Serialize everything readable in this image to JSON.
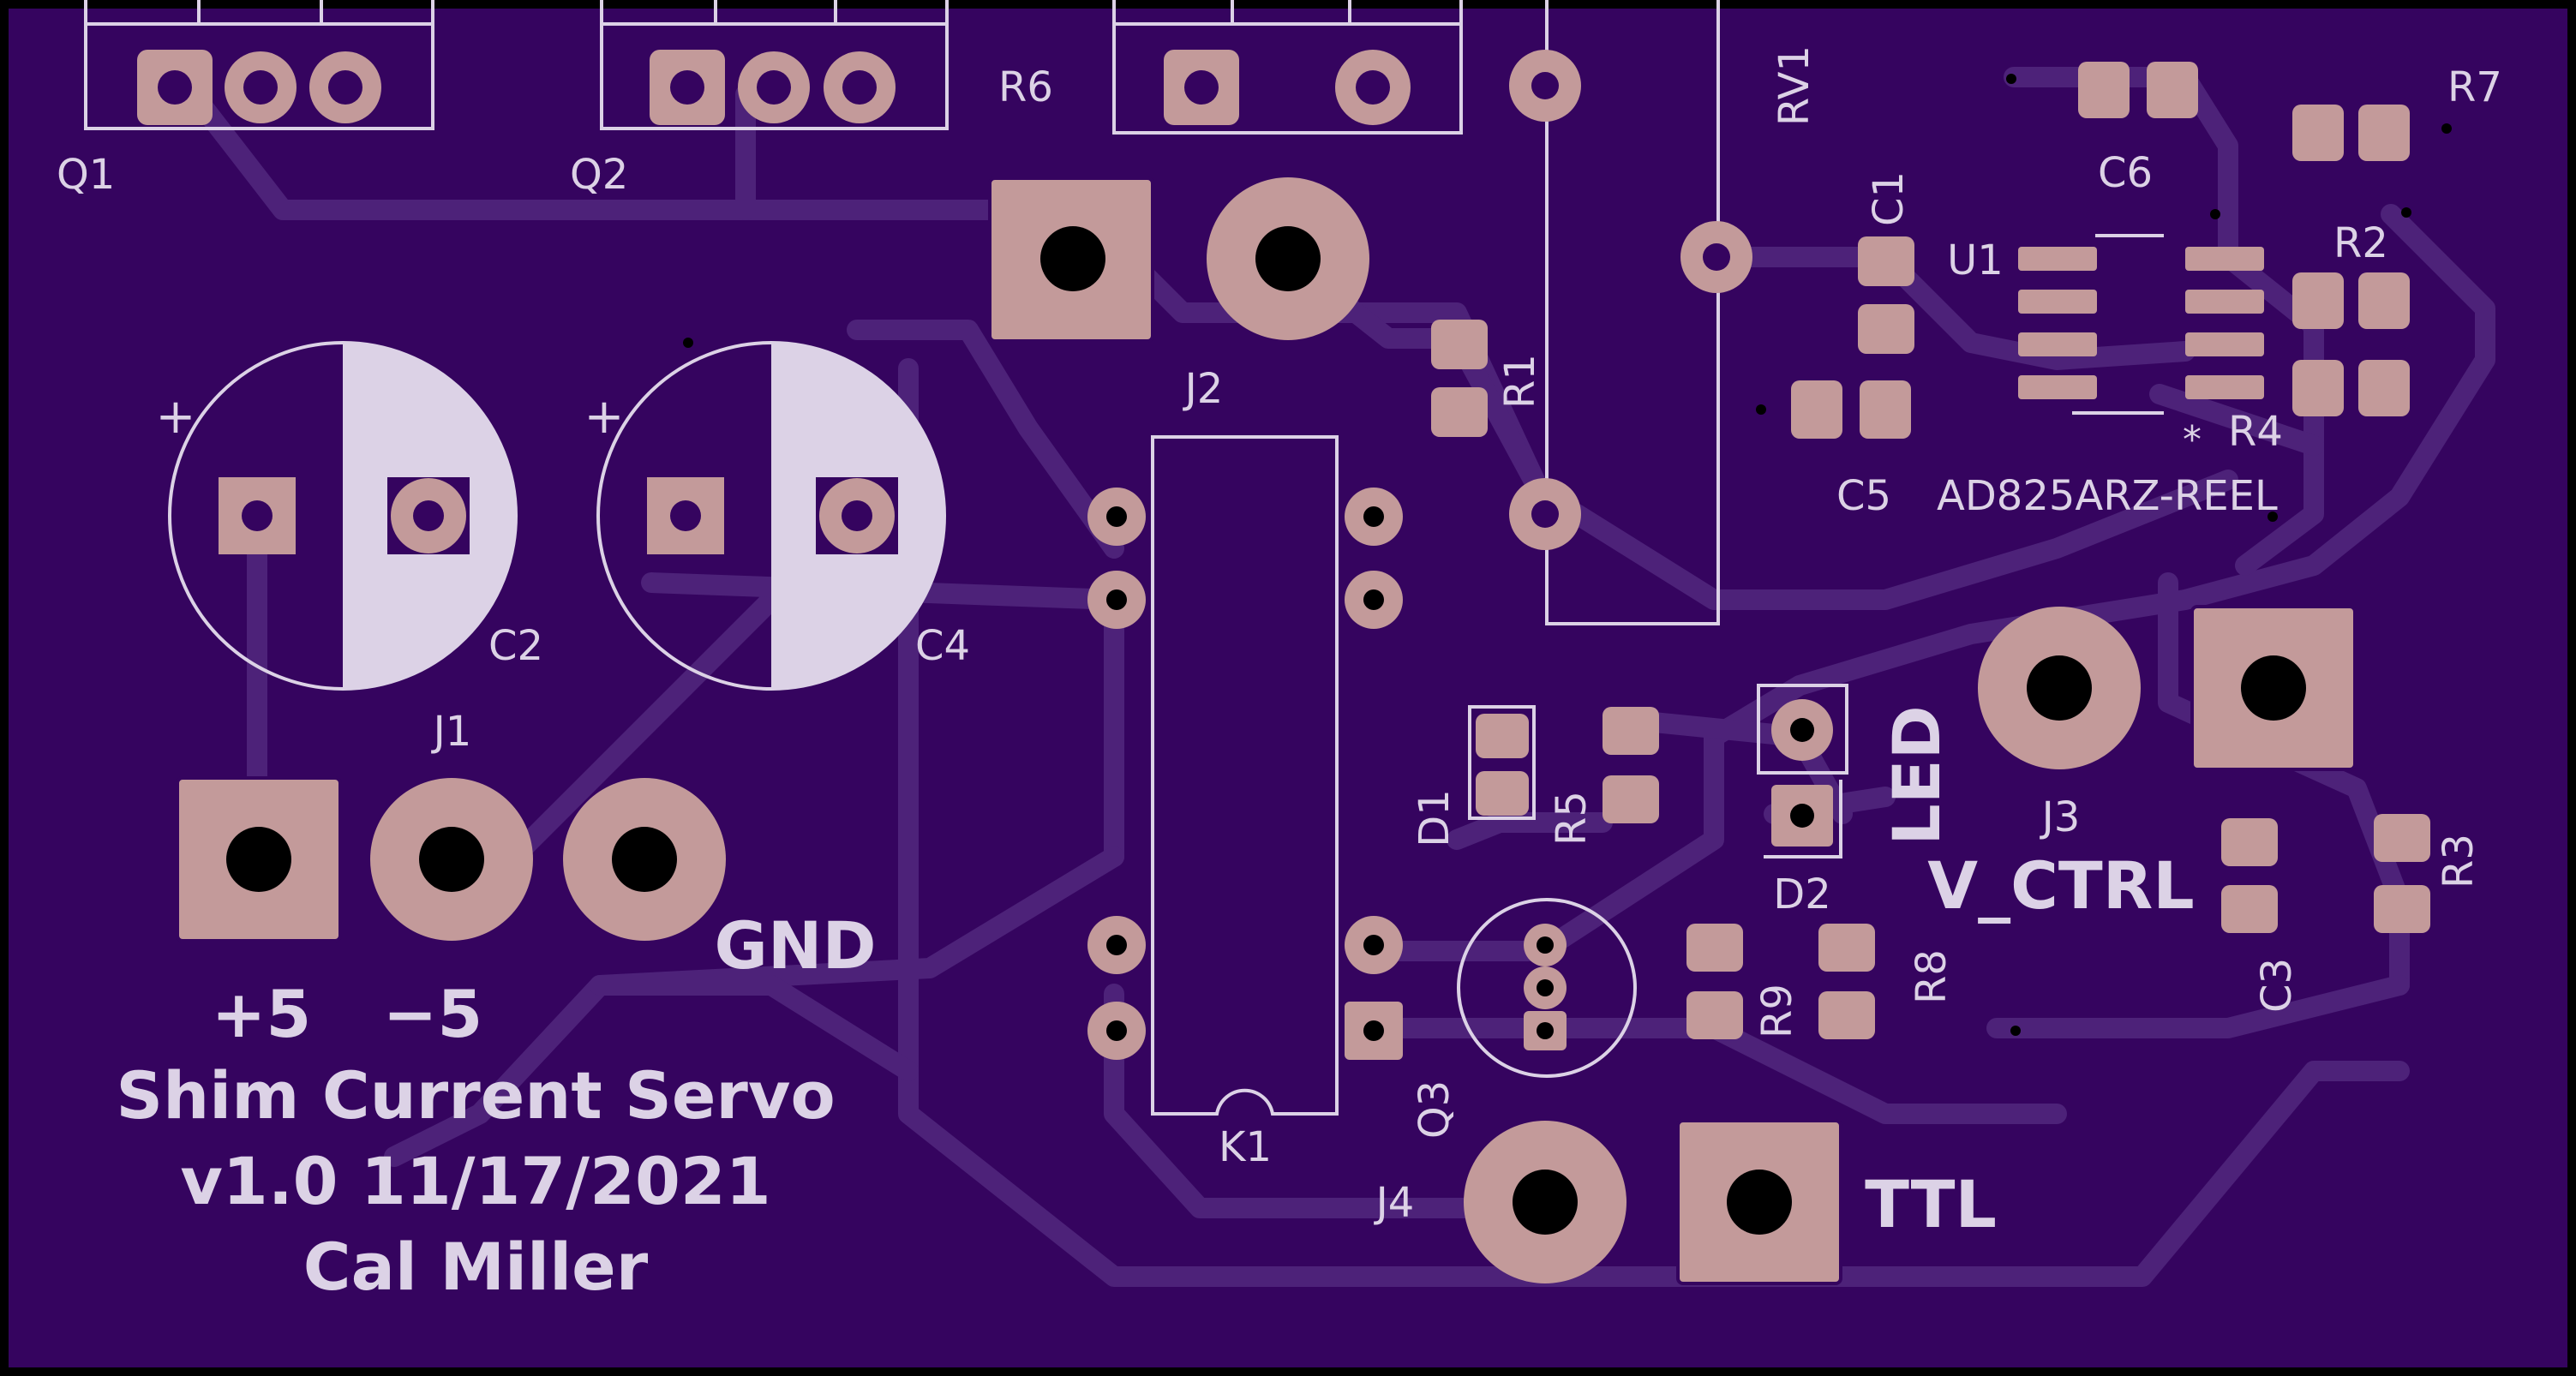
{
  "colors": {
    "board": "#35045f",
    "trace": "#4d2279",
    "pad": "#c39a9a",
    "silk": "#dcd2e6",
    "drill": "#000000"
  },
  "refdes": {
    "q1": "Q1",
    "q2": "Q2",
    "q3": "Q3",
    "r1": "R1",
    "r2": "R2",
    "r3": "R3",
    "r4": "R4",
    "r5": "R5",
    "r6": "R6",
    "r7": "R7",
    "r8": "R8",
    "r9": "R9",
    "rv1": "RV1",
    "c1": "C1",
    "c2": "C2",
    "c3": "C3",
    "c4": "C4",
    "c5": "C5",
    "c6": "C6",
    "u1": "U1",
    "j1": "J1",
    "j2": "J2",
    "j3": "J3",
    "j4": "J4",
    "k1": "K1",
    "d1": "D1",
    "d2": "D2"
  },
  "part_number": "AD825ARZ-REEL",
  "labels": {
    "plus5": "+5",
    "minus5": "−5",
    "gnd": "GND",
    "led": "LED",
    "vctrl": "V_CTRL",
    "ttl": "TTL",
    "polarity_c2": "+",
    "polarity_c4": "+",
    "pin1_u1": "*"
  },
  "title_block": {
    "title": "Shim Current Servo",
    "version": "v1.0 11/17/2021",
    "author": "Cal Miller"
  }
}
